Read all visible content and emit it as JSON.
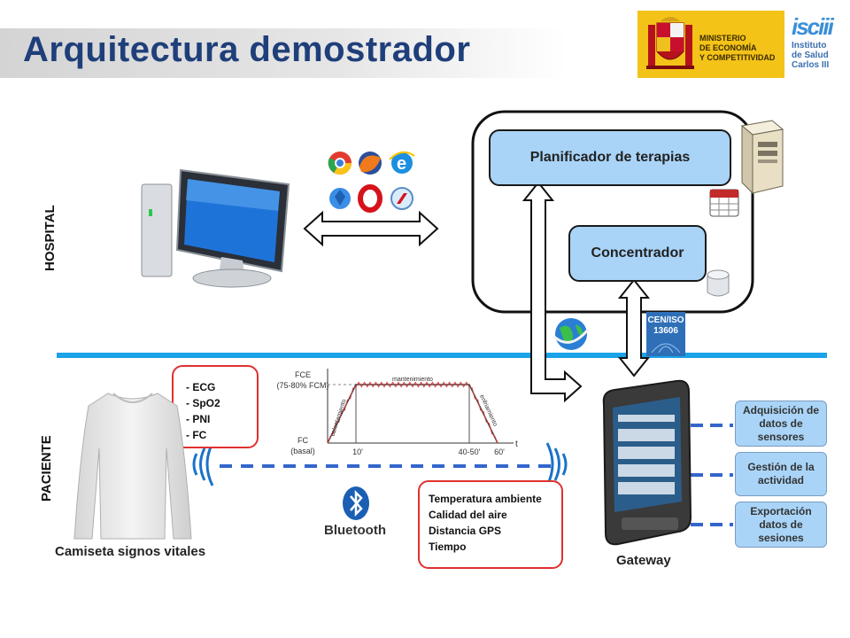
{
  "title": "Arquitectura demostrador",
  "logos": {
    "ministerio_lines": [
      "MINISTERIO",
      "DE ECONOMÍA",
      "Y COMPETITIVIDAD"
    ],
    "isciii_mark": "isciii",
    "isciii_lines": [
      "Instituto",
      "de Salud",
      "Carlos III"
    ]
  },
  "sections": {
    "hospital": "HOSPITAL",
    "paciente": "PACIENTE"
  },
  "boxes": {
    "planificador": "Planificador de terapias",
    "concentrador": "Concentrador"
  },
  "standard_badge": {
    "line1": "CEN/ISO",
    "line2": "13606"
  },
  "vitals": [
    "ECG",
    "SpO2",
    "PNI",
    "FC"
  ],
  "environment": [
    "Temperatura ambiente",
    "Calidad del aire",
    "Distancia GPS",
    "Tiempo"
  ],
  "actions": [
    "Adquisición de datos de sensores",
    "Gestión de la actividad",
    "Exportación datos de sesiones"
  ],
  "captions": {
    "shirt": "Camiseta signos vitales",
    "gateway": "Gateway"
  },
  "bluetooth_label": "Bluetooth",
  "chart_data": {
    "type": "line",
    "title": "",
    "ylabel_top": "FCE",
    "ylabel_range": "(75-80% FCM)",
    "y_bottom_label_1": "FC",
    "y_bottom_label_2": "(basal)",
    "xlabel": "t",
    "x_ticks": [
      "10'",
      "40-50'",
      "60'"
    ],
    "phase_labels": [
      "calentamiento",
      "mantenimiento",
      "enfriamiento"
    ],
    "ideal_profile": {
      "x": [
        0,
        10,
        50,
        60
      ],
      "y": [
        0,
        1,
        1,
        0
      ]
    }
  },
  "colors": {
    "title": "#1f3f7a",
    "box_fill": "#a9d4f7",
    "network_line": "#1aa3e8",
    "dashed_link": "#3366cc",
    "red_border": "#e03030"
  }
}
